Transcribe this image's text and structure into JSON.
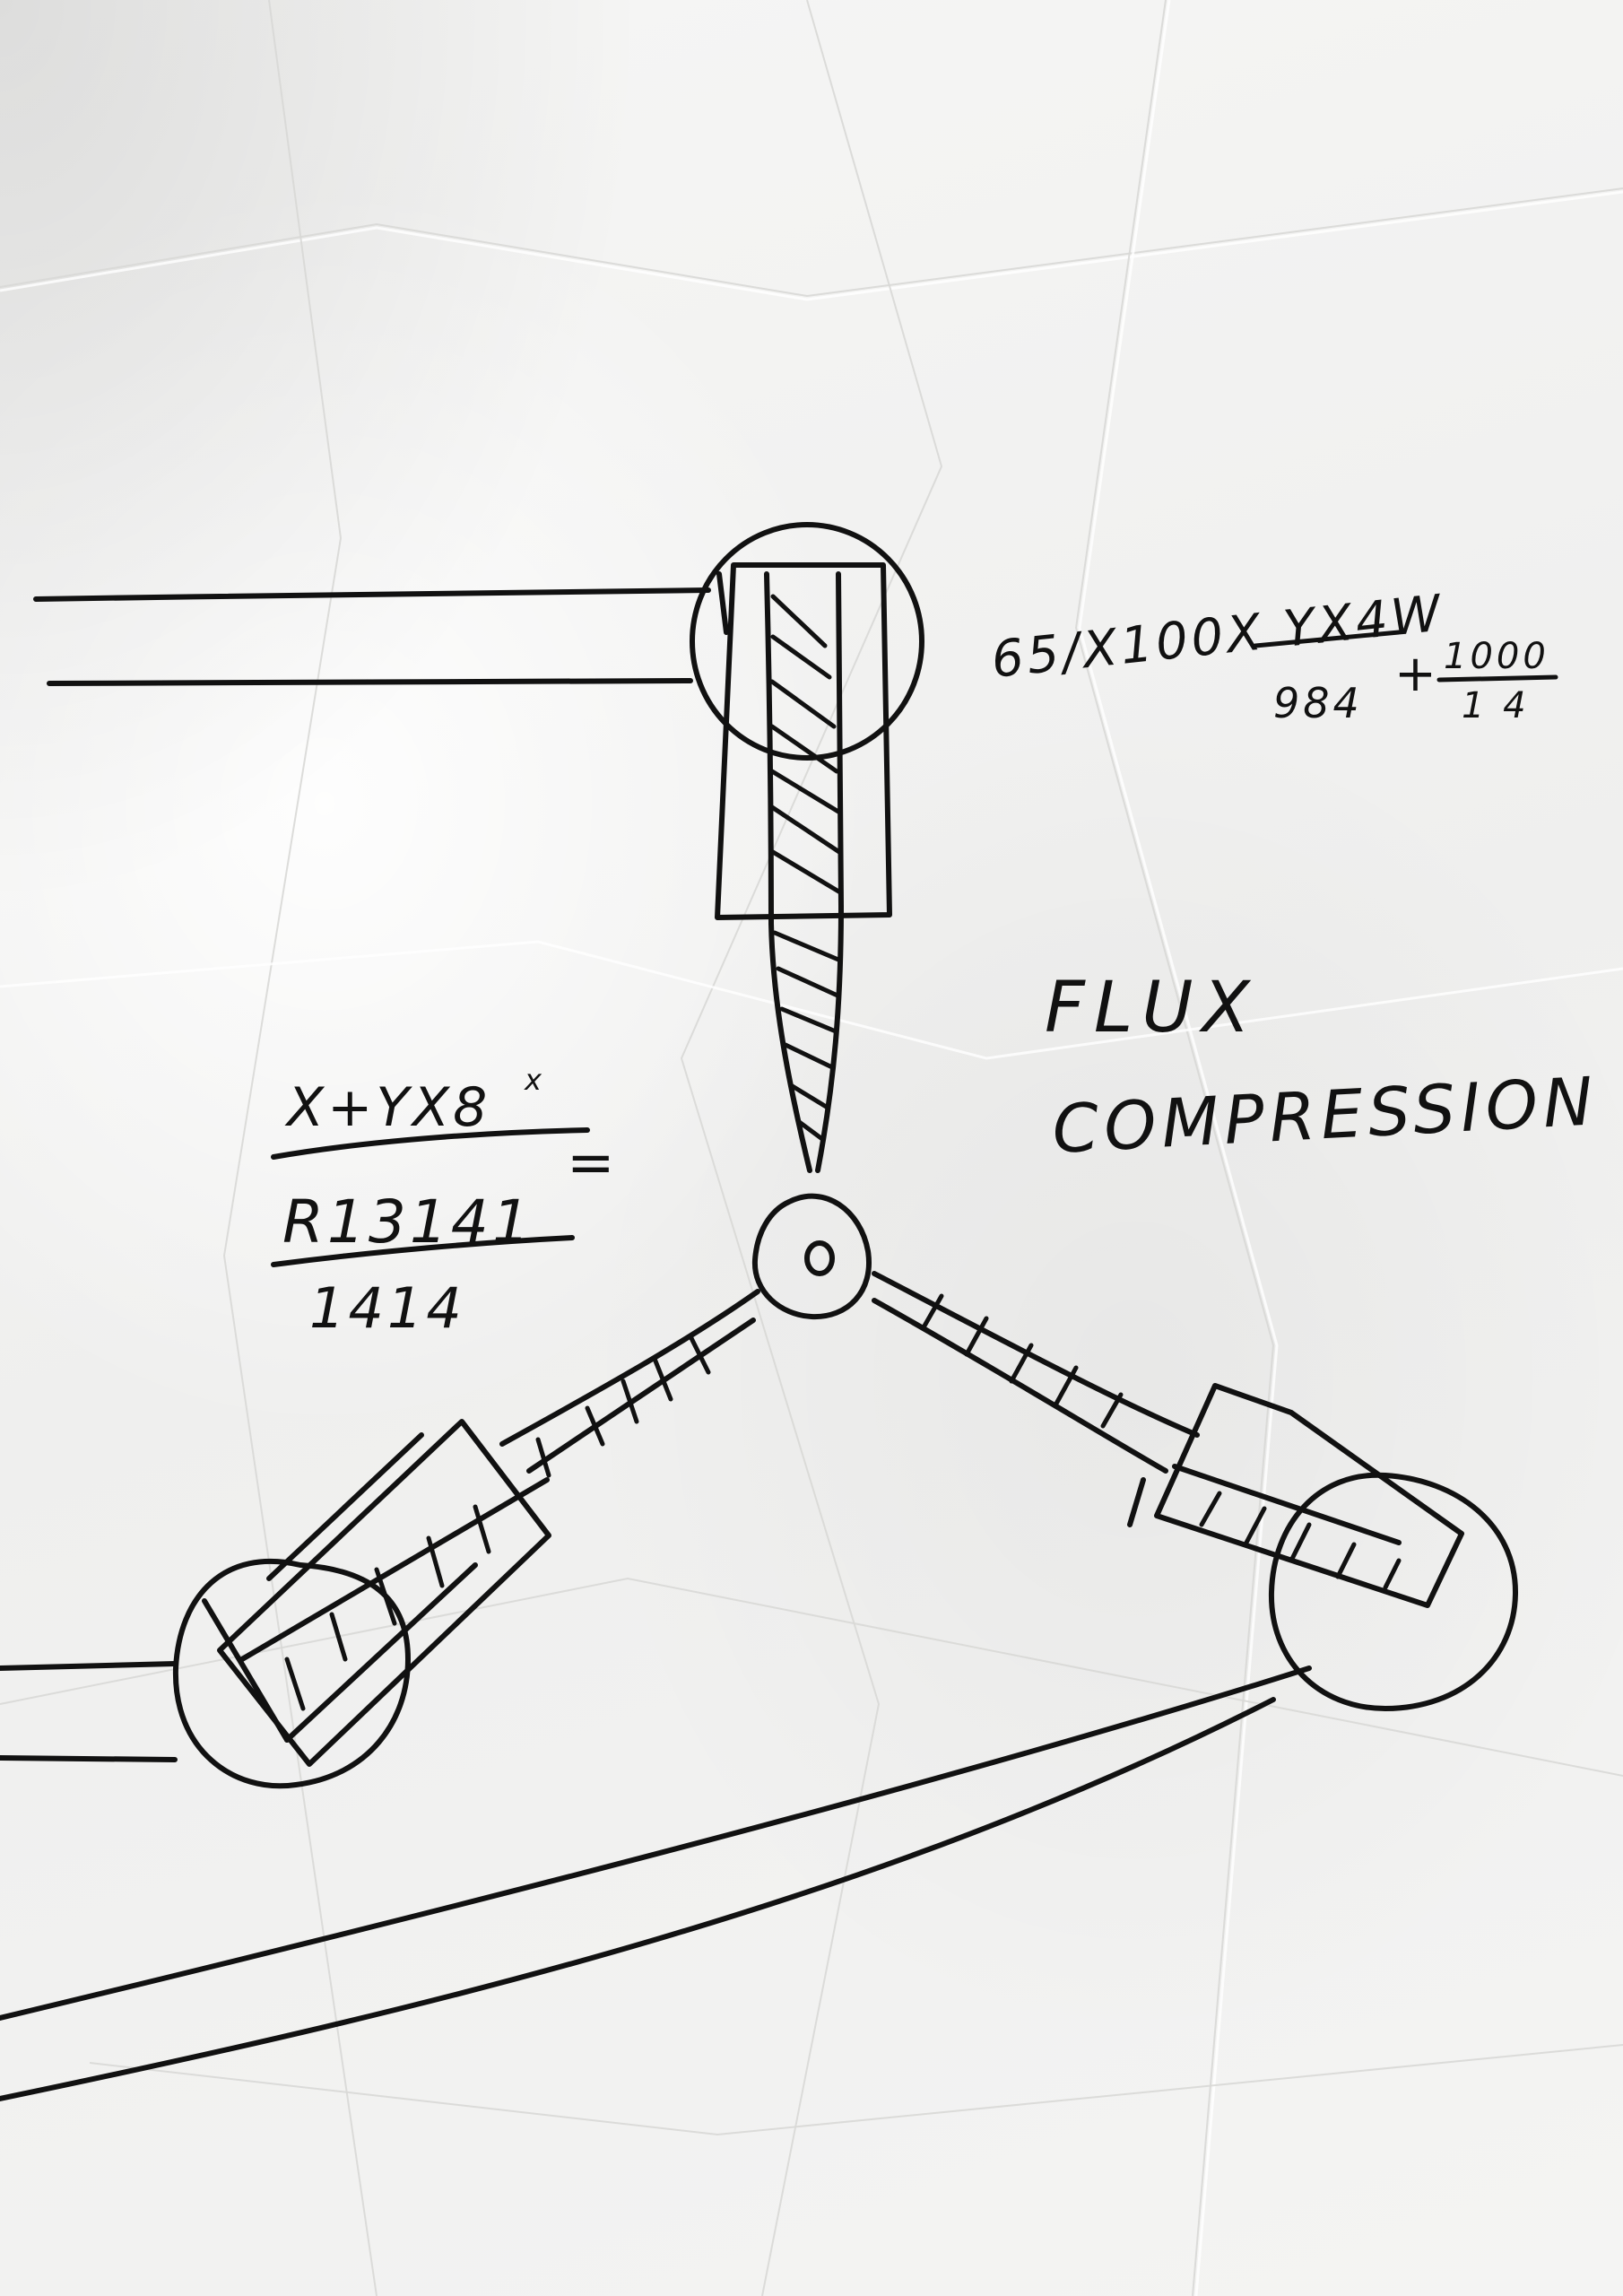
{
  "notes": {
    "formula_top_main": "65/X100X YX4W",
    "formula_top_den": "984",
    "formula_top_plus": "+",
    "formula_top_frac2_num": "1000",
    "formula_top_frac2_den": "1 4",
    "formula_left_line1": "X+YX8",
    "formula_left_sup": "x",
    "formula_left_equals": "=",
    "formula_left_line2": "R13141",
    "formula_left_line3": "1414",
    "label_line1": "FLUX",
    "label_line2": "COMPRESSION"
  },
  "colors": {
    "ink": "#111111",
    "paper": "#f1f1f0"
  }
}
